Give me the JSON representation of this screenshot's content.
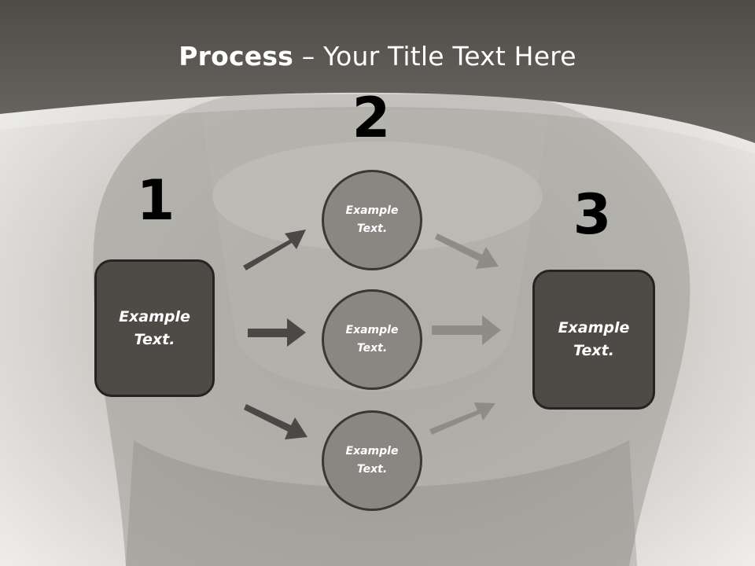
{
  "slide": {
    "title_bold": "Process",
    "title_rest": " – Your Title Text Here",
    "steps": {
      "one": {
        "number": "1",
        "text": "Example Text."
      },
      "two": {
        "number": "2"
      },
      "three": {
        "number": "3",
        "text": "Example Text."
      }
    },
    "circles": [
      {
        "text": "Example Text."
      },
      {
        "text": "Example Text."
      },
      {
        "text": "Example Text."
      }
    ]
  },
  "colors": {
    "header": "#5d5a55",
    "box_fill": "#4e4b47",
    "circle_fill": "#8a8783",
    "arrow_dark": "#4b4845",
    "arrow_light": "#8f8c88"
  }
}
